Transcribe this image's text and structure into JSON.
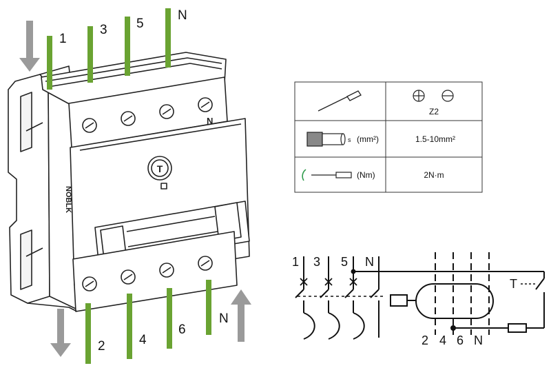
{
  "terminals_top": [
    "1",
    "3",
    "5",
    "N"
  ],
  "terminals_bottom": [
    "2",
    "4",
    "6",
    "N"
  ],
  "device": {
    "side_brand": "NOBLK",
    "test_button": "T"
  },
  "spec_table": {
    "rows": [
      {
        "icon": "screwdriver-icon",
        "unit": "",
        "value": "Z2"
      },
      {
        "icon": "wire-icon",
        "unit": "(mm²)",
        "value": "1.5-10mm²"
      },
      {
        "icon": "torque-screwdriver-icon",
        "unit": "(Nm)",
        "value": "2N·m"
      }
    ],
    "wire_symbol": "s"
  },
  "schematic": {
    "top_labels": [
      "1",
      "3",
      "5",
      "N"
    ],
    "bottom_labels": [
      "2",
      "4",
      "6",
      "N"
    ],
    "test_label": "T"
  },
  "colors": {
    "wire_green": "#6aa332",
    "arrow_gray": "#9a9a9a",
    "line": "#111111",
    "indicator_green": "#2f9b4c"
  }
}
